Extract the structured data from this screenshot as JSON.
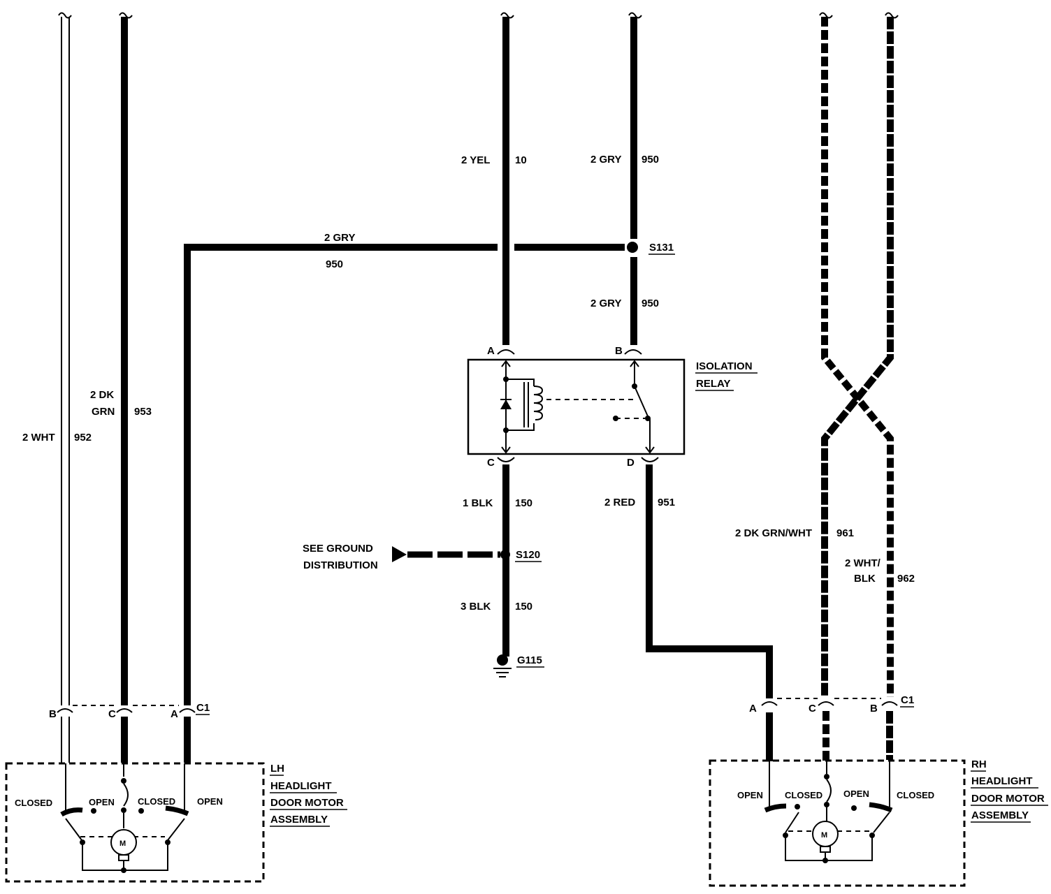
{
  "wires": {
    "w952": {
      "size_color": "2 WHT",
      "circuit": "952"
    },
    "w953": {
      "size_color_line1": "2 DK",
      "size_color_line2": "GRN",
      "circuit": "953"
    },
    "w10": {
      "size_color": "2 YEL",
      "circuit": "10"
    },
    "w950_top": {
      "size_color": "2 GRY",
      "circuit": "950"
    },
    "w950_h": {
      "size_color": "2 GRY",
      "circuit": "950"
    },
    "w950_mid": {
      "size_color": "2 GRY",
      "circuit": "950"
    },
    "w150_a": {
      "size_color": "1 BLK",
      "circuit": "150"
    },
    "w150_b": {
      "size_color": "3 BLK",
      "circuit": "150"
    },
    "w951": {
      "size_color": "2 RED",
      "circuit": "951"
    },
    "w961": {
      "size_color": "2 DK GRN/WHT",
      "circuit": "961"
    },
    "w962": {
      "size_color_line1": "2 WHT/",
      "size_color_line2": "BLK",
      "circuit": "962"
    }
  },
  "splices": {
    "s131": "S131",
    "s120": "S120",
    "g115": "G115"
  },
  "ground_ref": {
    "line1": "SEE GROUND",
    "line2": "DISTRIBUTION"
  },
  "relay": {
    "name_line1": "ISOLATION",
    "name_line2": "RELAY",
    "pins": {
      "a": "A",
      "b": "B",
      "c": "C",
      "d": "D"
    }
  },
  "lh": {
    "connector": "C1",
    "pins": {
      "b": "B",
      "c": "C",
      "a": "A"
    },
    "name_line1": "LH",
    "name_line2": "HEADLIGHT",
    "name_line3": "DOOR MOTOR",
    "name_line4": "ASSEMBLY",
    "labels": {
      "closed1": "CLOSED",
      "open1": "OPEN",
      "closed2": "CLOSED",
      "open2": "OPEN"
    },
    "motor": "M"
  },
  "rh": {
    "connector": "C1",
    "pins": {
      "a": "A",
      "c": "C",
      "b": "B"
    },
    "name_line1": "RH",
    "name_line2": "HEADLIGHT",
    "name_line3": "DOOR MOTOR",
    "name_line4": "ASSEMBLY",
    "labels": {
      "open1": "OPEN",
      "closed1": "CLOSED",
      "open2": "OPEN",
      "closed2": "CLOSED"
    },
    "motor": "M"
  }
}
